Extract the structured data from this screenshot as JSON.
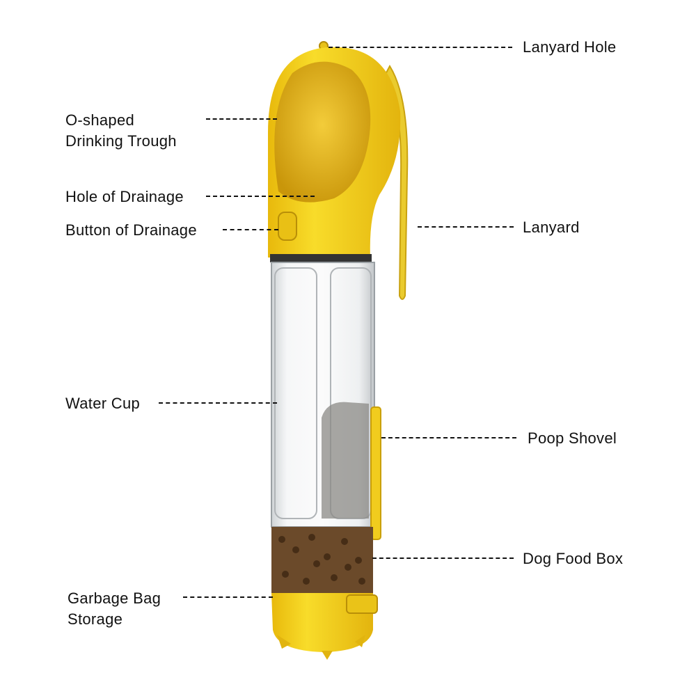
{
  "diagram": {
    "labels": {
      "lanyard_hole": "Lanyard Hole",
      "trough_line1": "O-shaped",
      "trough_line2": "Drinking Trough",
      "hole_drainage": "Hole of Drainage",
      "button_drainage": "Button of Drainage",
      "lanyard": "Lanyard",
      "water_cup": "Water Cup",
      "poop_shovel": "Poop Shovel",
      "dog_food_box": "Dog Food Box",
      "garbage_line1": "Garbage Bag",
      "garbage_line2": "Storage"
    },
    "colors": {
      "yellow": "#f5d21e",
      "yellow_dark": "#d9ad0c",
      "food": "#5a3a1e"
    }
  }
}
